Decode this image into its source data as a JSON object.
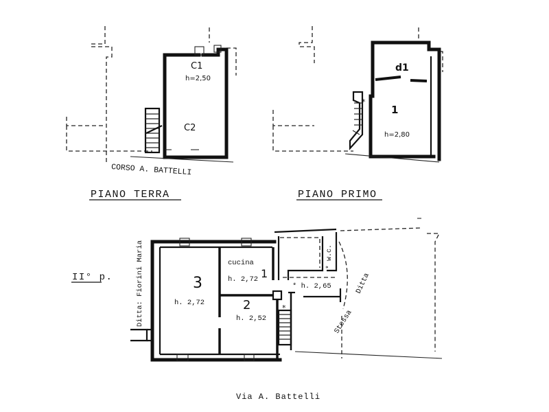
{
  "plans": {
    "ground": {
      "title": "PIANO TERRA",
      "room_c1": "C1",
      "room_c1_height": "h=2,50",
      "room_c2": "C2",
      "street": "CORSO  A. BATTELLI"
    },
    "first": {
      "title": "PIANO PRIMO",
      "room_d1": "d1",
      "room_1": "1",
      "room_1_height": "h=2,80",
      "star": "*"
    },
    "second": {
      "title": "II° p.",
      "room_3": "3",
      "room_3_height": "h. 2,72",
      "kitchen": "cucina",
      "kitchen_height": "h. 2,72",
      "kitchen_number": "1",
      "room_2": "2",
      "room_2_height": "h. 2,52",
      "corridor_height": "* h. 2,65",
      "wc": "* w.c.",
      "star": "*",
      "neighbor_left": "Ditta: Fiorini Maria",
      "neighbor_right": "Ditta",
      "neighbor_right_2": "Stessa",
      "street": "Via  A.  Battelli"
    }
  }
}
